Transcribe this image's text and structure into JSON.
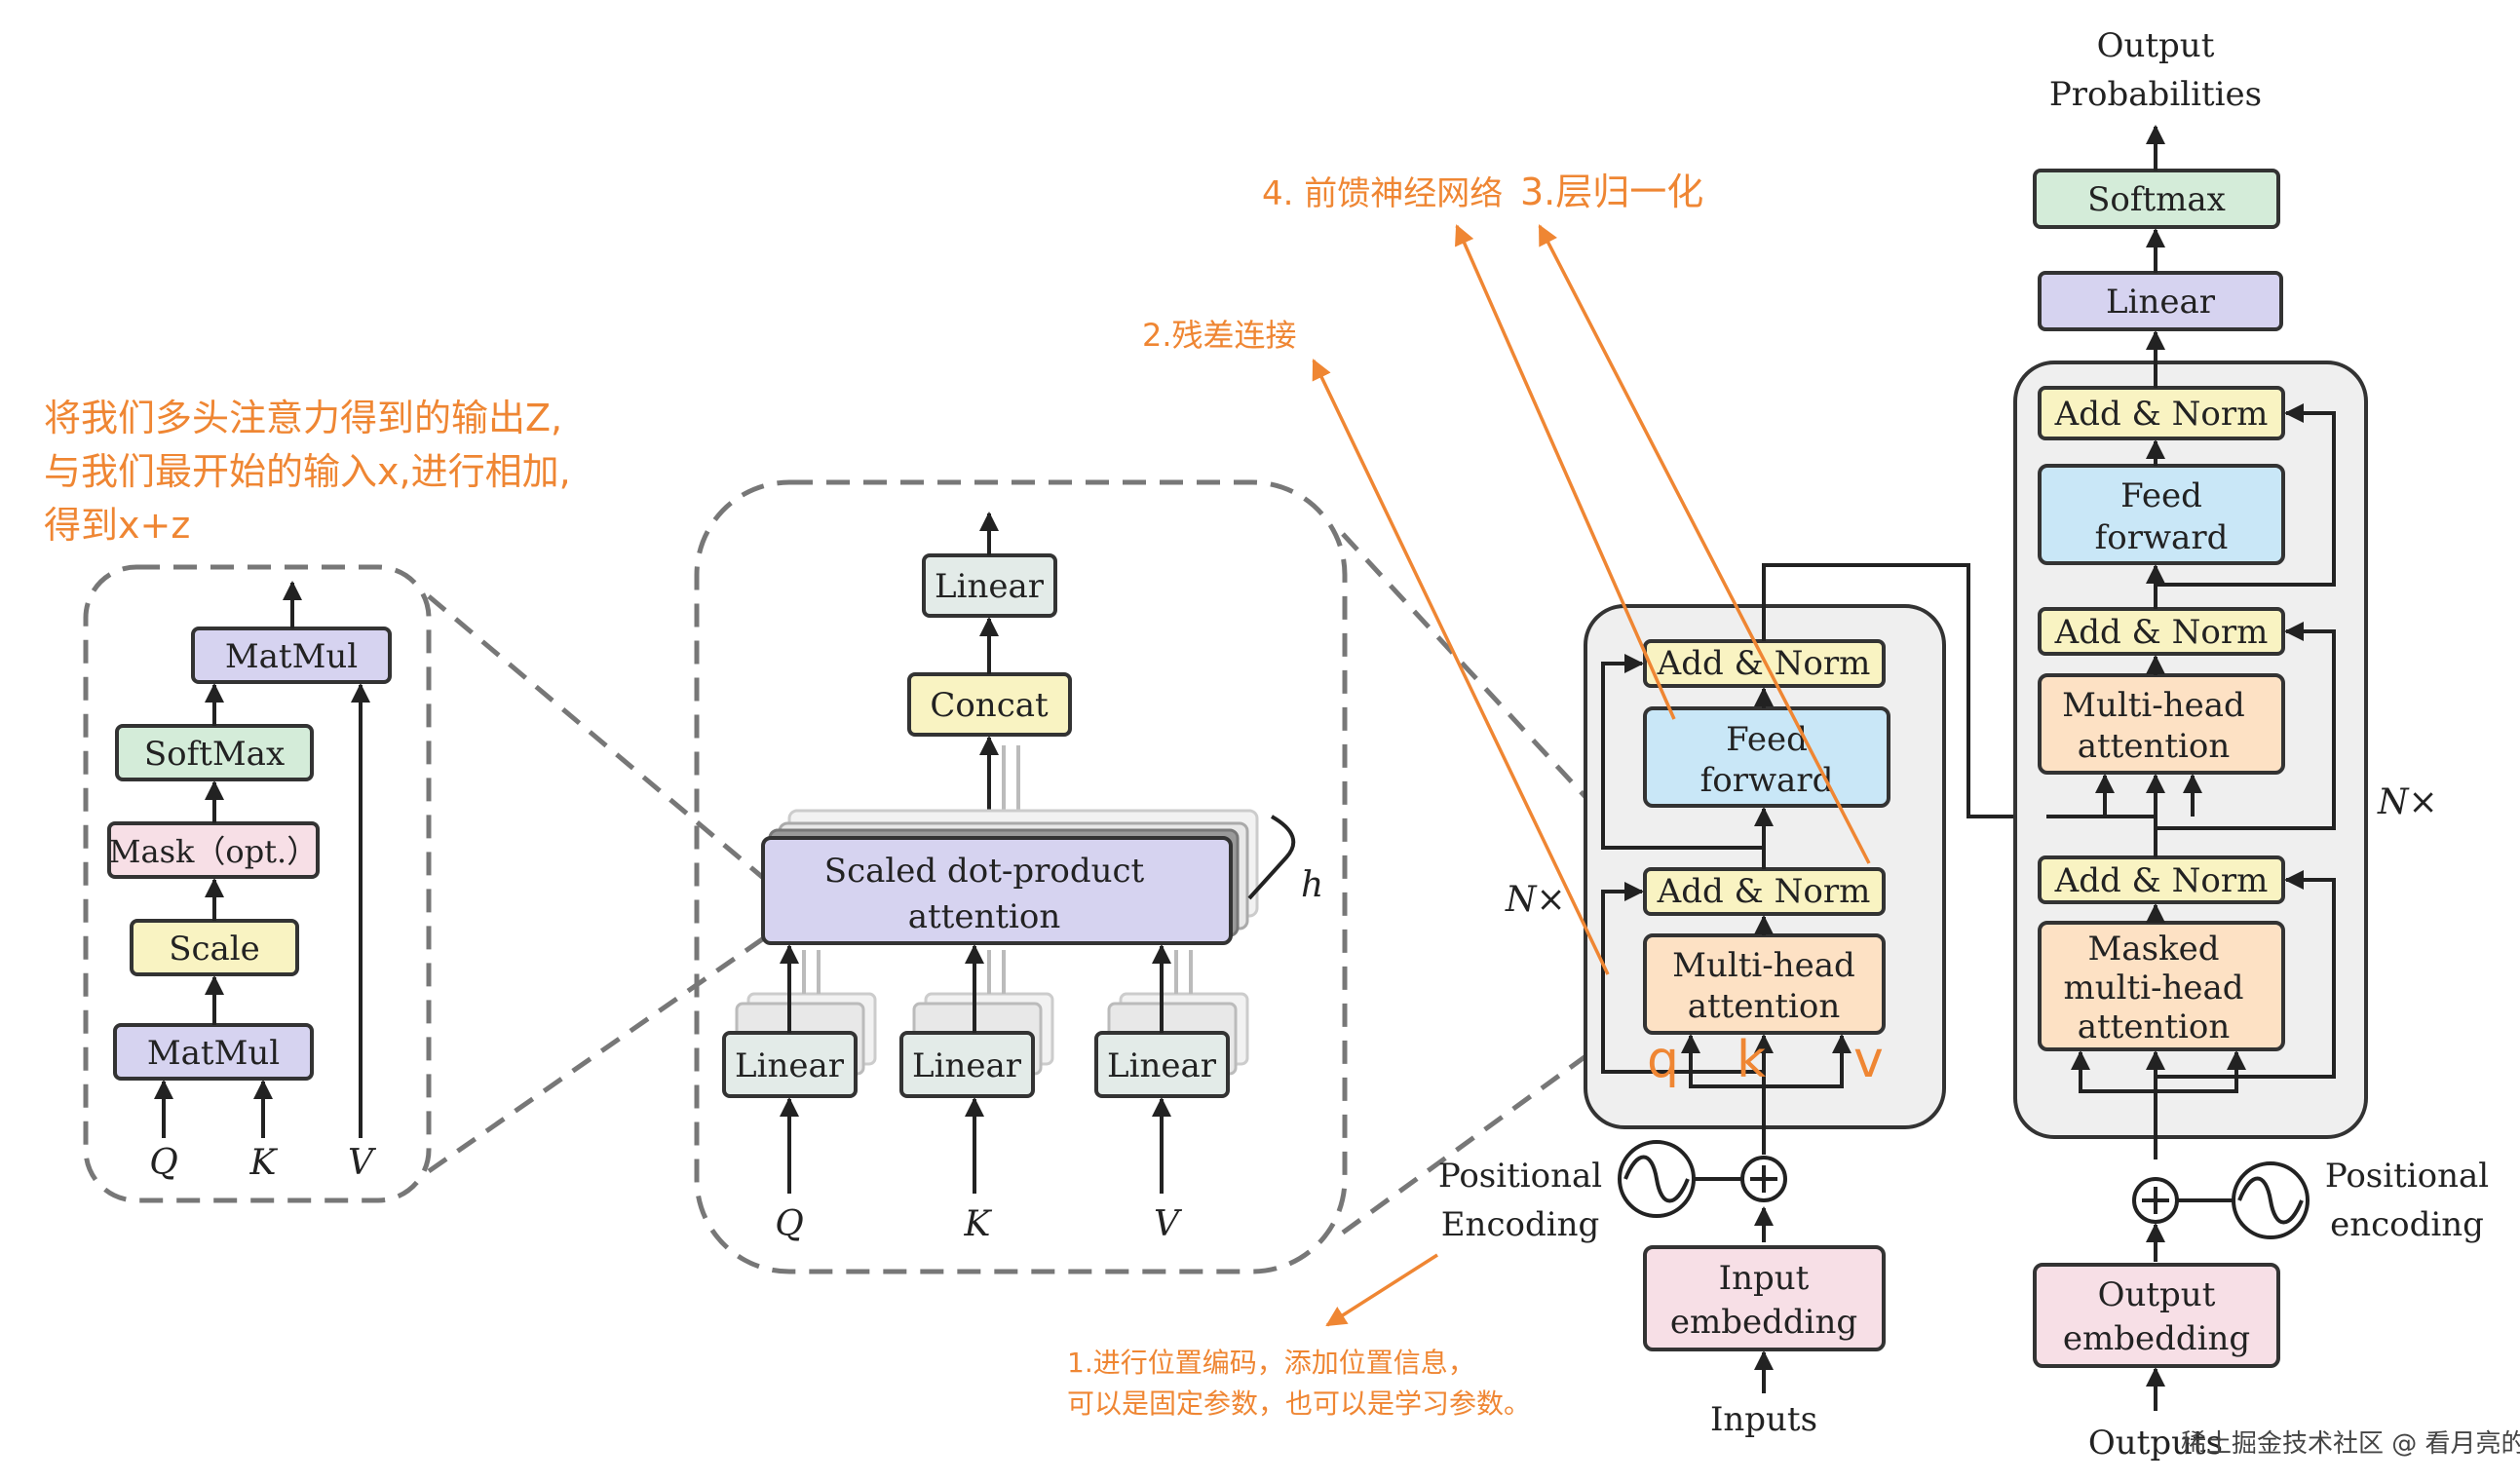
{
  "colors": {
    "purple": "#d6d3f0",
    "green": "#d4ecd9",
    "pink": "#f7dfe6",
    "yellow": "#f9f3c2",
    "gray_box": "#e3ebe8",
    "orange_box": "#fde1c4",
    "blue_box": "#c9e7f7",
    "block_bg": "#efefef",
    "stroke": "#333333",
    "annotation": "#ef8633"
  },
  "annotations": {
    "residual_note": [
      "将我们多头注意力得到的输出Z,",
      "与我们最开始的输入x,进行相加,",
      "得到x+z"
    ],
    "ffn": "4. 前馈神经网络",
    "layernorm": "3.层归一化",
    "residual": "2.残差连接",
    "posenc_note": [
      "1.进行位置编码，添加位置信息，",
      "可以是固定参数，也可以是学习参数。"
    ],
    "q": "q",
    "k": "k",
    "v": "v"
  },
  "sdpa": {
    "matmul_top": "MatMul",
    "softmax": "SoftMax",
    "mask": "Mask（opt.）",
    "scale": "Scale",
    "matmul_bottom": "MatMul",
    "q": "Q",
    "k": "K",
    "v": "V"
  },
  "mha": {
    "linear_top": "Linear",
    "concat": "Concat",
    "sdpa": [
      "Scaled dot-product",
      "attention"
    ],
    "h": "h",
    "linear": "Linear",
    "q": "Q",
    "k": "K",
    "v": "V"
  },
  "encoder": {
    "add_norm": "Add & Norm",
    "feed_forward": [
      "Feed",
      "forward"
    ],
    "multi_head": [
      "Multi-head",
      "attention"
    ],
    "n": "N×",
    "positional": [
      "Positional",
      "Encoding"
    ],
    "input_embedding": [
      "Input",
      "embedding"
    ],
    "inputs": "Inputs"
  },
  "decoder": {
    "output_probabilities": [
      "Output",
      "Probabilities"
    ],
    "softmax": "Softmax",
    "linear": "Linear",
    "add_norm": "Add & Norm",
    "feed_forward": [
      "Feed",
      "forward"
    ],
    "multi_head": [
      "Multi-head",
      "attention"
    ],
    "masked": [
      "Masked",
      "multi-head",
      "attention"
    ],
    "n": "N×",
    "positional": [
      "Positional",
      "encoding"
    ],
    "output_embedding": [
      "Output",
      "embedding"
    ],
    "outputs": "Outputs"
  },
  "watermark": "稀土掘金技术社区 @ 看月亮的方源"
}
